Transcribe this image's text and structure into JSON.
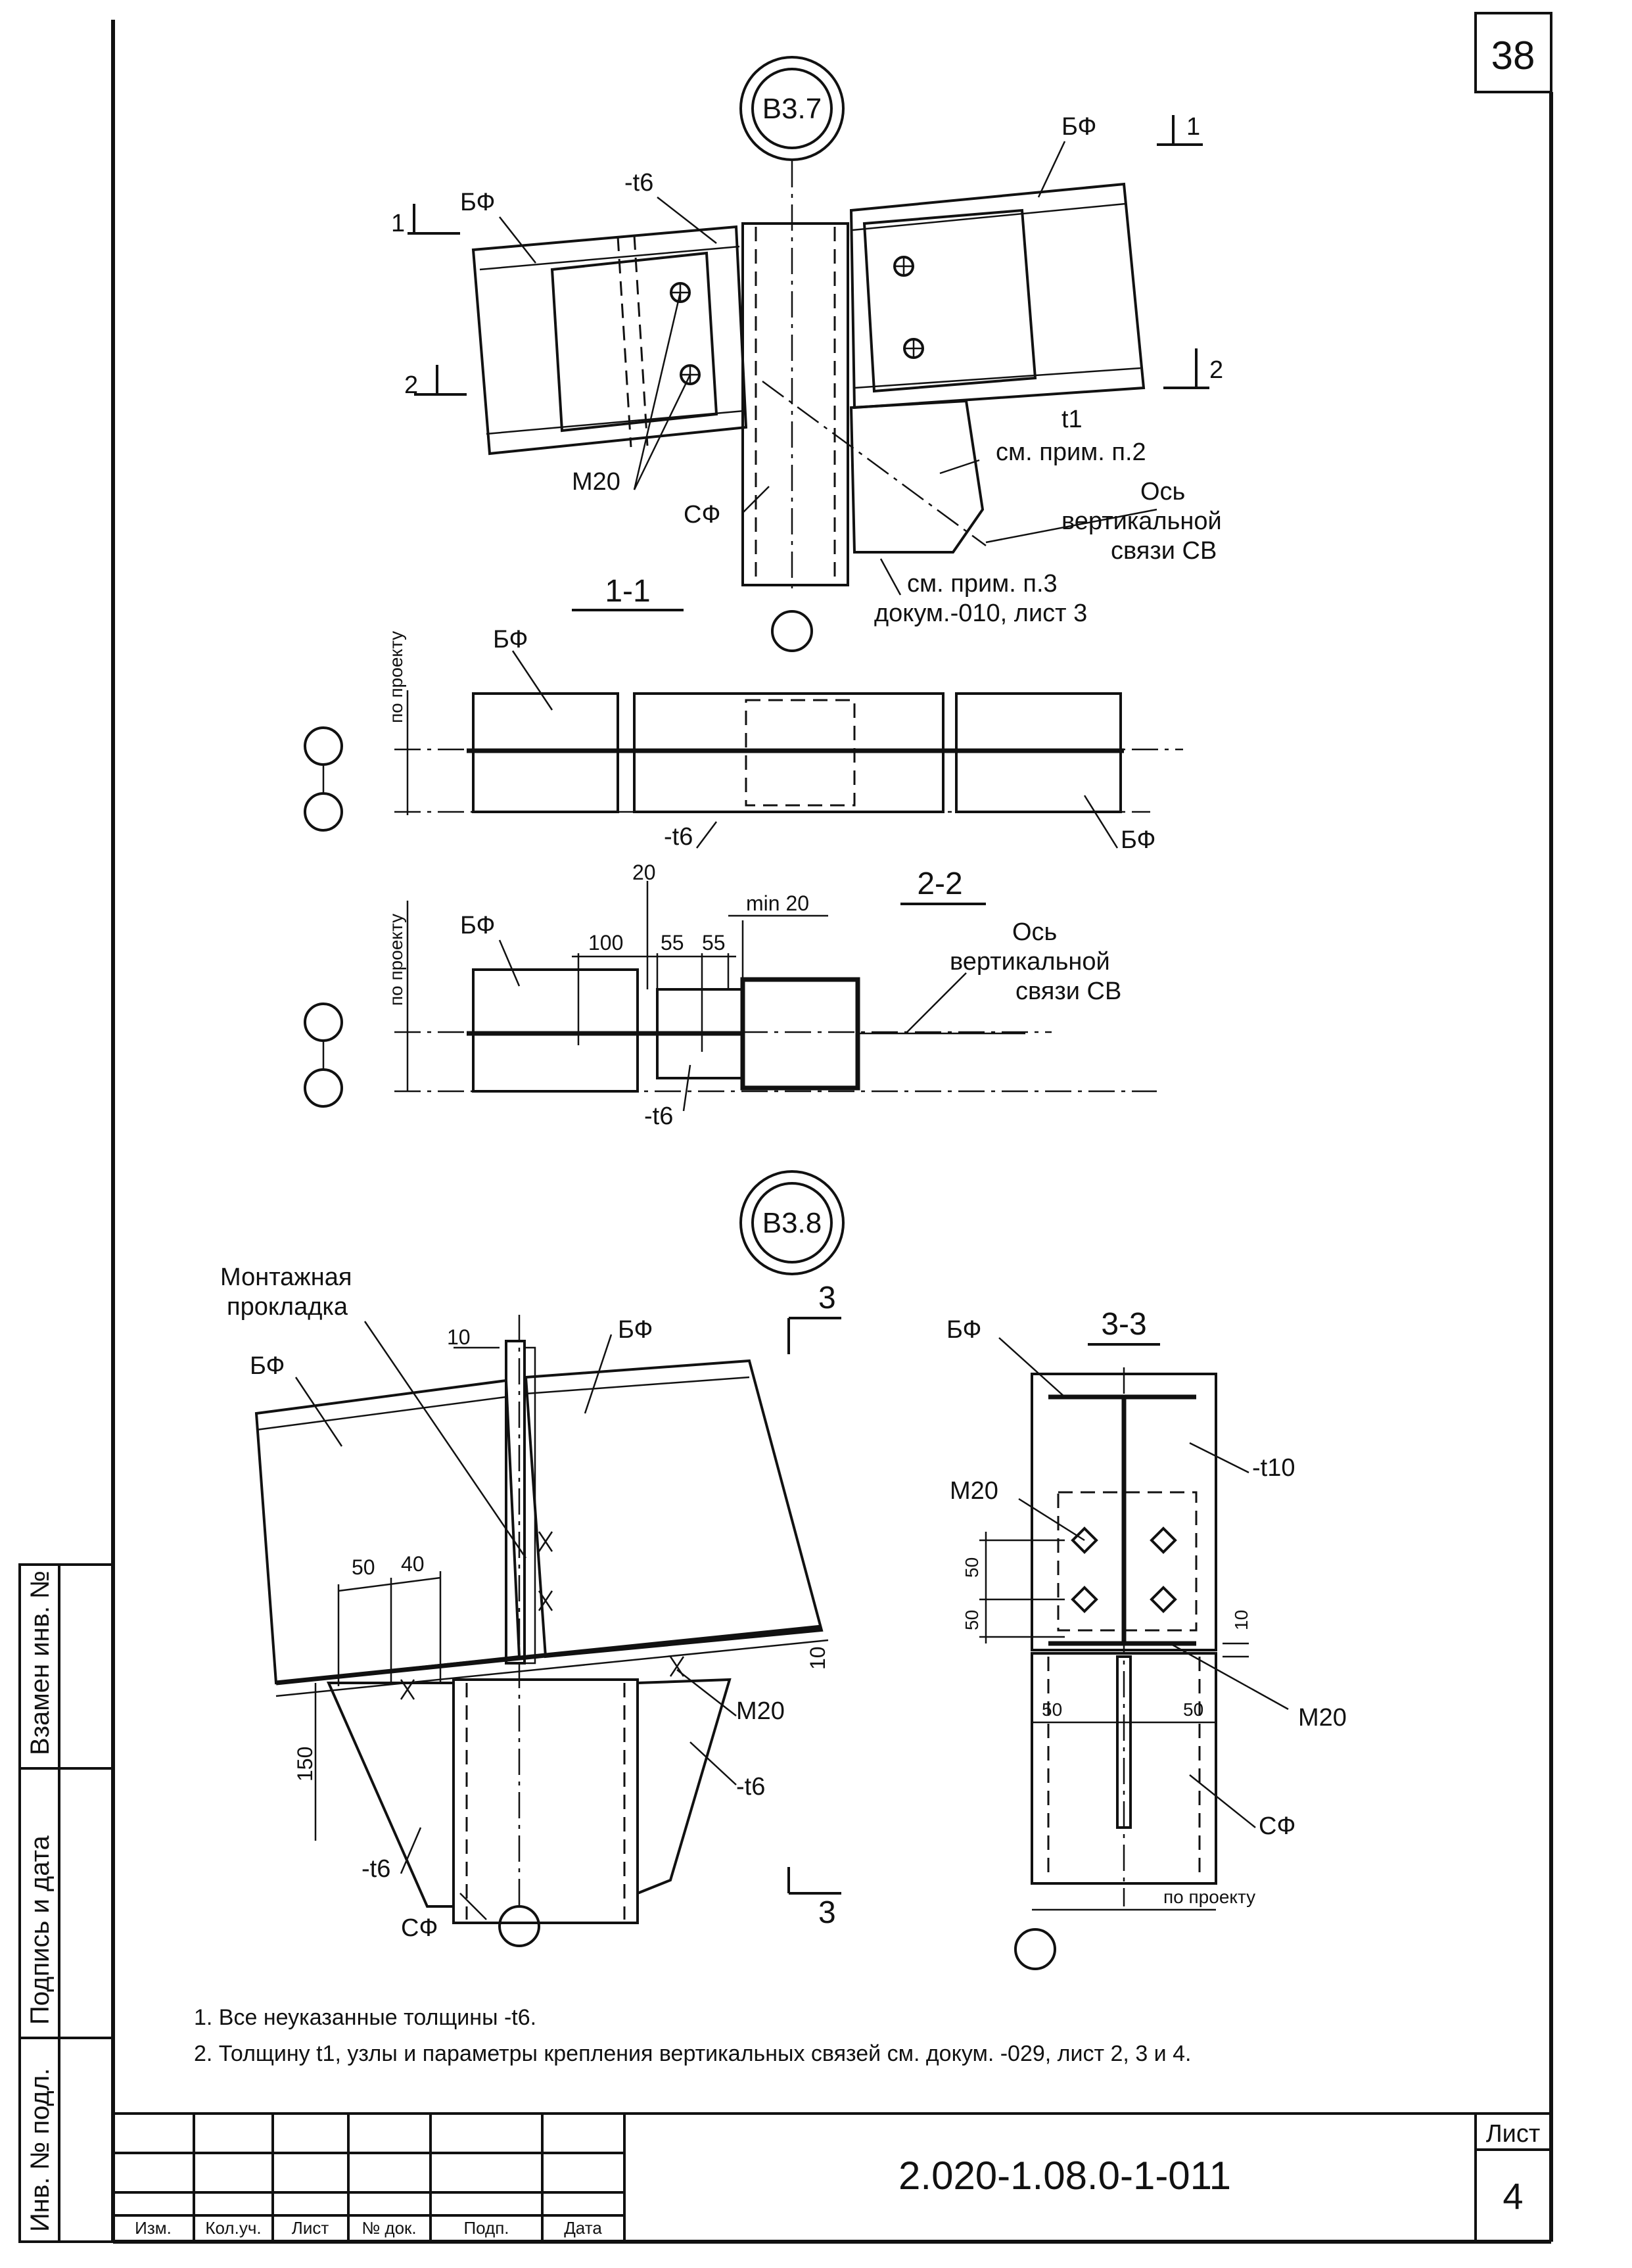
{
  "page_number": "38",
  "nodes": {
    "node1": {
      "id": "В3.7",
      "labels": {
        "bf_left": "БФ",
        "bf_right": "БФ",
        "plate_t6": "-t6",
        "bolts": "М20",
        "column": "СФ",
        "t1": "t1",
        "t1_note": "см. прим. п.2",
        "axis_line1": "Ось",
        "axis_line2": "вертикальной",
        "axis_line3": "связи СВ",
        "ref_line1": "см. прим. п.3",
        "ref_line2": "докум.-010, лист 3",
        "cut1_num": "1",
        "cut2_num": "2"
      }
    },
    "section11": {
      "title": "1-1",
      "by_project": "по проекту",
      "bf_top": "БФ",
      "bf_bottom": "БФ",
      "plate": "-t6"
    },
    "section22": {
      "title": "2-2",
      "by_project": "по проекту",
      "bf": "БФ",
      "dim_20": "20",
      "dim_100": "100",
      "dim_55a": "55",
      "dim_55b": "55",
      "dim_min20": "min 20",
      "axis_line1": "Ось",
      "axis_line2": "вертикальной",
      "axis_line3": "связи СВ",
      "plate": "-t6"
    },
    "node2": {
      "id": "В3.8",
      "labels": {
        "mount_line1": "Монтажная",
        "mount_line2": "прокладка",
        "dim_10": "10",
        "bf_left": "БФ",
        "bf_right": "БФ",
        "cut_num": "3",
        "dim_50": "50",
        "dim_40": "40",
        "dim_150": "150",
        "dim_10b": "10",
        "bolts": "М20",
        "plate_right": "-t6",
        "plate_left": "-t6",
        "column": "СФ"
      }
    },
    "section33": {
      "title": "3-3",
      "bf": "БФ",
      "plate_t10": "-t10",
      "bolts_top": "М20",
      "bolts_bottom": "М20",
      "dim_50a": "50",
      "dim_50b": "50",
      "dim_10": "10",
      "dim_50c": "50",
      "dim_50d": "50",
      "column": "СФ",
      "by_project": "по проекту"
    }
  },
  "notes": [
    "1. Все неуказанные толщины -t6.",
    "2. Толщину t1, узлы и параметры крепления вертикальных связей  см. докум. -029, лист 2, 3 и 4."
  ],
  "side_stamp": {
    "inv_replace": "Взамен инв. №",
    "sign_date": "Подпись и дата",
    "inv_orig": "Инв. № подл."
  },
  "title_block": {
    "col_izm": "Изм.",
    "col_kol": "Кол.уч.",
    "col_list": "Лист",
    "col_doc": "№ док.",
    "col_sign": "Подп.",
    "col_date": "Дата",
    "doc_code": "2.020-1.08.0-1-011",
    "sheet_label": "Лист",
    "sheet_no": "4"
  }
}
